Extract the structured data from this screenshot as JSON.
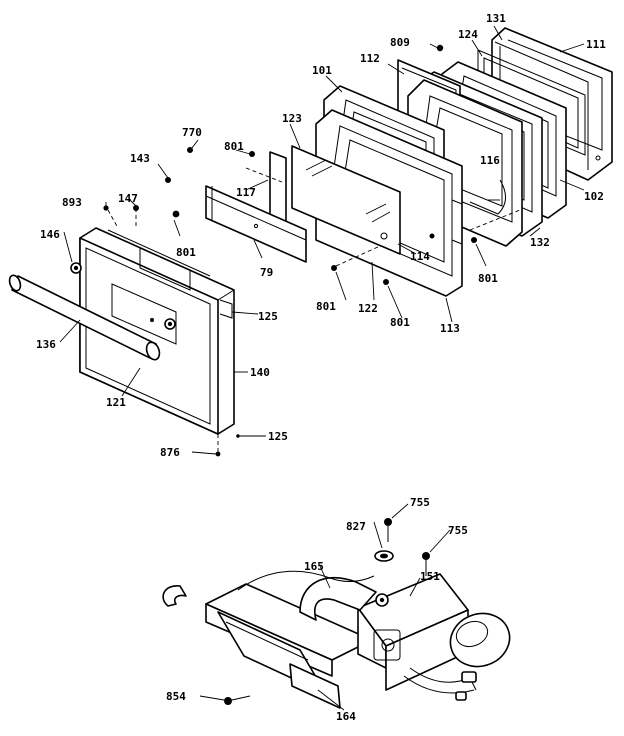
{
  "callouts": {
    "c101": "101",
    "c111": "111",
    "c112": "112",
    "c113": "113",
    "c114": "114",
    "c116": "116",
    "c117": "117",
    "c121": "121",
    "c123": "123",
    "c124": "124",
    "c125a": "125",
    "c125b": "125",
    "c131": "131",
    "c132": "132",
    "c136": "136",
    "c140": "140",
    "c143": "143",
    "c146": "146",
    "c147": "147",
    "c151": "151",
    "c102": "102",
    "c122": "122",
    "c79": "79",
    "c801a": "801",
    "c801b": "801",
    "c801c": "801",
    "c801d": "801",
    "c801e": "801",
    "c809": "809",
    "c770": "770",
    "c893": "893",
    "c876": "876",
    "c755a": "755",
    "c755b": "755",
    "c827": "827",
    "c854": "854",
    "c164": "164",
    "c165": "165"
  }
}
